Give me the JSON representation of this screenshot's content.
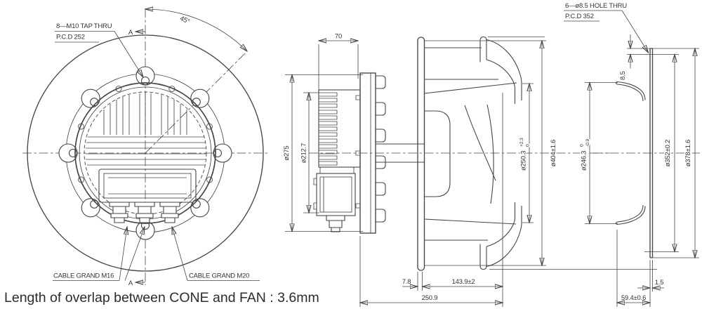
{
  "caption": "Length of overlap between CONE and FAN : 3.6mm",
  "colors": {
    "line": "#454545",
    "text": "#333333",
    "background": "#ffffff"
  },
  "front_view": {
    "tap_note": {
      "line1": "8—M10 TAP THRU",
      "line2": "P.C.D 252"
    },
    "angle_label": "45°",
    "section_label_top": "A",
    "section_label_bottom": "A",
    "cable_gland_left": "CABLE GRAND M16",
    "cable_gland_right": "CABLE GRAND M20"
  },
  "side_view": {
    "dim_70": "70",
    "dim_d275": "ø275",
    "dim_d212_7": "ø212.7",
    "dim_d250_3": {
      "text": "ø250.3",
      "sup": "+2.3",
      "sub": "0"
    },
    "dim_d404": "ø404±1.6",
    "dim_7_8": "7.8",
    "dim_143_9": "143.9±2",
    "dim_250_9": "250.9"
  },
  "cone_view": {
    "hole_note": {
      "line1": "6—ø8.5 HOLE THRU",
      "line2": "P.C.D 352"
    },
    "dim_8_5": "8.5",
    "dim_d246_3": {
      "text": "ø246.3",
      "sup": "0",
      "sub": "-0.9"
    },
    "dim_d352": "ø352±0.2",
    "dim_d378": "ø378±1.6",
    "dim_1_5": "1.5",
    "dim_59_4": "59.4±0.6"
  }
}
